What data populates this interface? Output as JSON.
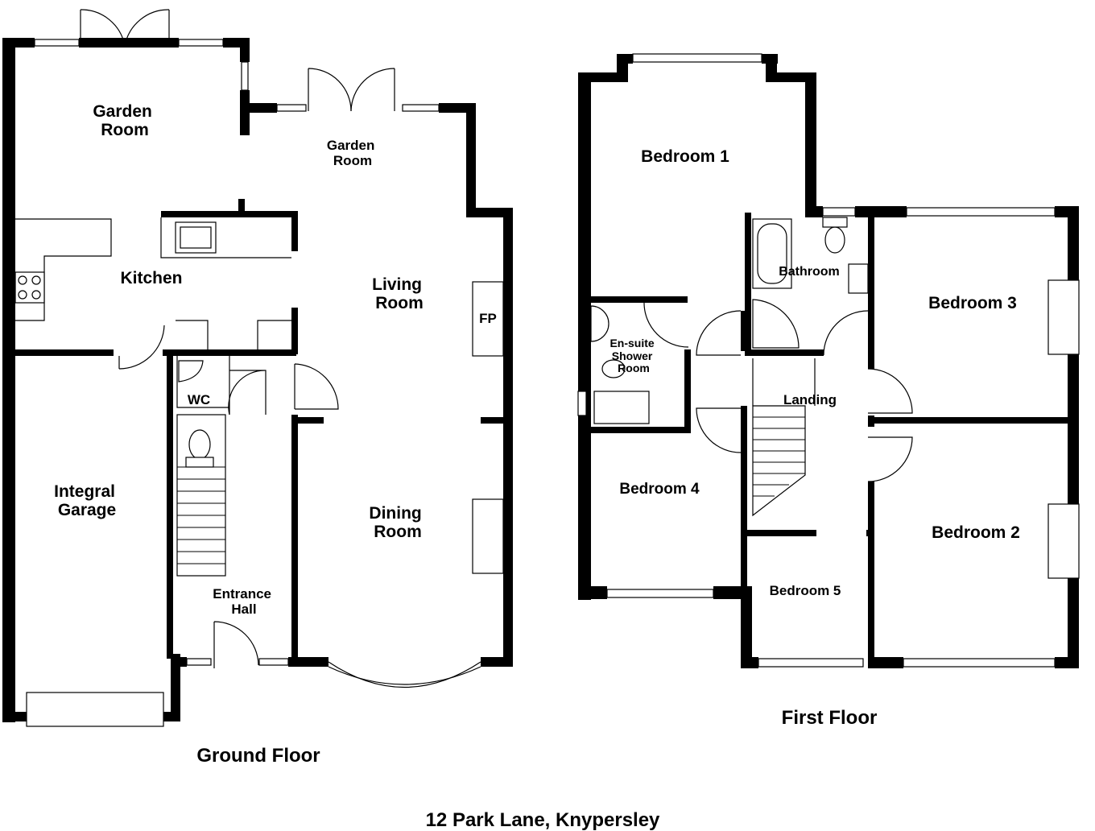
{
  "ground_floor": {
    "heading": "Ground Floor",
    "rooms": {
      "garden_room_left": [
        "Garden",
        "Room"
      ],
      "garden_room_right": [
        "Garden",
        "Room"
      ],
      "kitchen": "Kitchen",
      "living_room": [
        "Living",
        "Room"
      ],
      "fireplace": "FP",
      "wc": "WC",
      "integral_garage": [
        "Integral",
        "Garage"
      ],
      "dining_room": [
        "Dining",
        "Room"
      ],
      "entrance_hall": [
        "Entrance",
        "Hall"
      ]
    }
  },
  "first_floor": {
    "heading": "First Floor",
    "rooms": {
      "bedroom_1": "Bedroom 1",
      "bathroom": "Bathroom",
      "bedroom_3": "Bedroom 3",
      "ensuite": [
        "En-suite",
        "Shower",
        "Room"
      ],
      "landing": "Landing",
      "bedroom_4": "Bedroom 4",
      "bedroom_2": "Bedroom 2",
      "bedroom_5": "Bedroom 5"
    }
  },
  "address": "12 Park Lane, Knypersley"
}
